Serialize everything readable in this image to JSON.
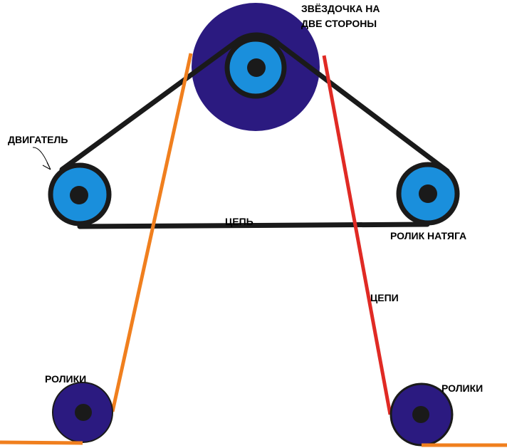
{
  "labels": {
    "sprocket": "ЗВЁЗДОЧКА НА",
    "sprocket_line2": "ДВЕ СТОРОНЫ",
    "motor": "ДВИГАТЕЛЬ",
    "chain": "ЦЕПЬ",
    "tensioner": "РОЛИК НАТЯГА",
    "chains": "ЦЕПИ",
    "rollers_left": "РОЛИКИ",
    "rollers_right": "РОЛИКИ"
  },
  "colors": {
    "sprocket_big": "#2b1a80",
    "pulley": "#1a8fdc",
    "chain": "#1a1a1a",
    "orange_chain": "#f07f1e",
    "red_chain": "#e02a24",
    "hub": "#1a1a1a"
  }
}
